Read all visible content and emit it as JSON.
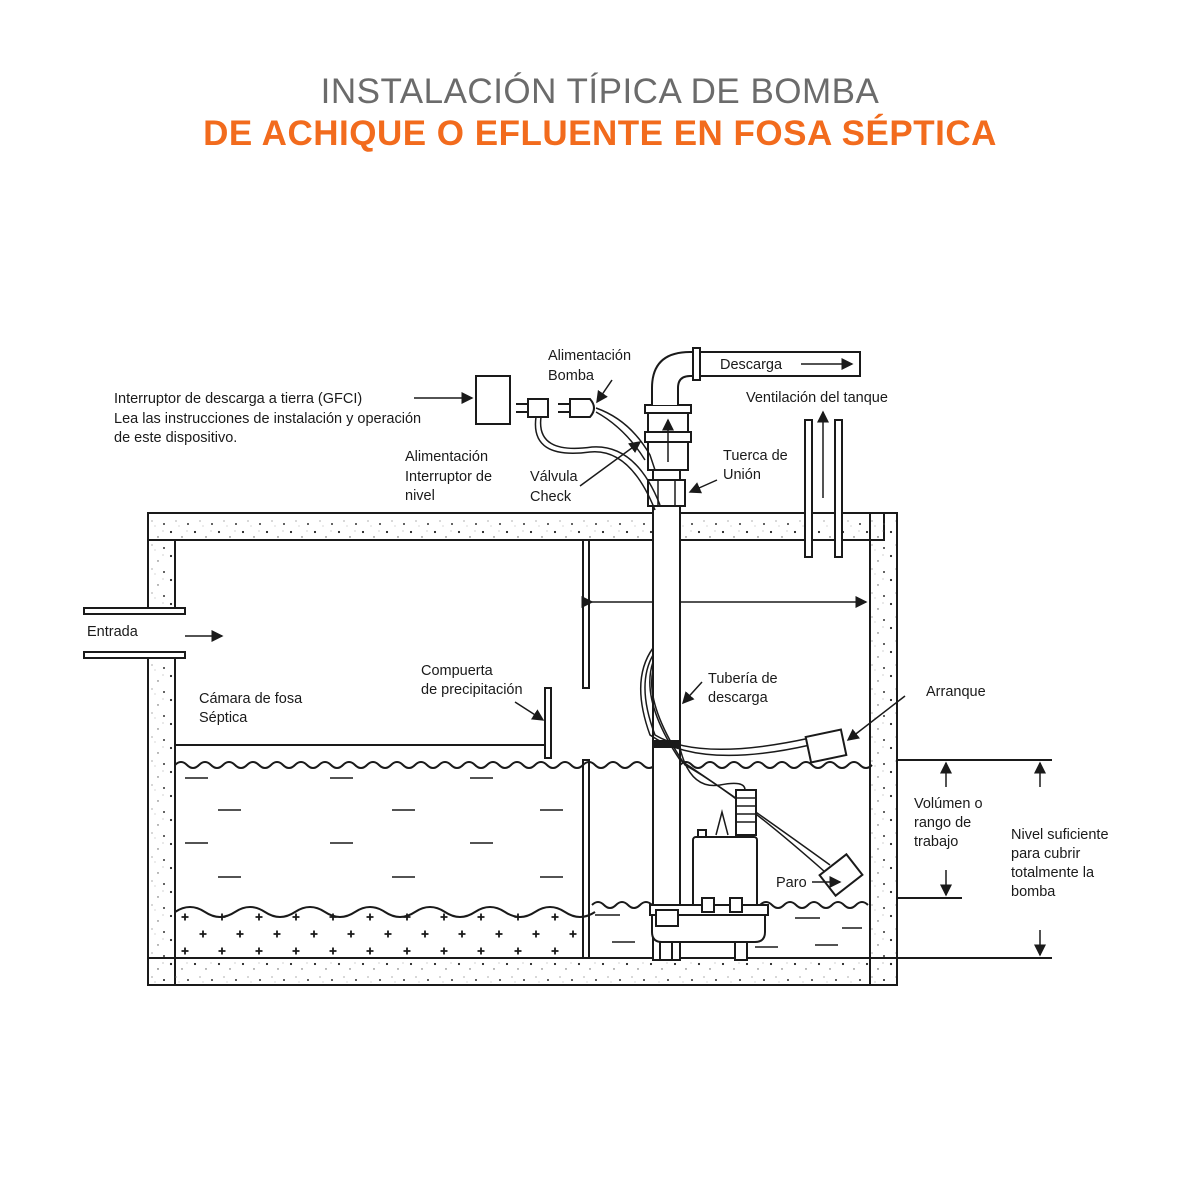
{
  "title": {
    "line1": "INSTALACIÓN TÍPICA DE BOMBA",
    "line2": "DE ACHIQUE O EFLUENTE EN FOSA SÉPTICA"
  },
  "colors": {
    "title_gray": "#6b6b6b",
    "accent_orange": "#f26b1d",
    "line": "#1a1a1a"
  },
  "labels": {
    "gfci": [
      "Interruptor de descarga a tierra (GFCI)",
      "Lea las instrucciones de instalación y operación",
      "de este dispositivo."
    ],
    "alimentacion_bomba": [
      "Alimentación",
      "Bomba"
    ],
    "descarga": "Descarga",
    "ventilacion": "Ventilación del tanque",
    "alimentacion_interruptor": [
      "Alimentación",
      "Interruptor de",
      "nivel"
    ],
    "valvula_check": [
      "Válvula",
      "Check"
    ],
    "tuerca_union": [
      "Tuerca de",
      "Unión"
    ],
    "entrada": "Entrada",
    "compuerta": [
      "Compuerta",
      "de precipitación"
    ],
    "camara": [
      "Cámara de fosa",
      "Séptica"
    ],
    "tuberia": [
      "Tubería de",
      "descarga"
    ],
    "arranque": "Arranque",
    "paro": "Paro",
    "volumen": [
      "Volúmen o",
      "rango de",
      "trabajo"
    ],
    "nivel": [
      "Nivel suficiente",
      "para cubrir",
      "totalmente la",
      "bomba"
    ]
  }
}
